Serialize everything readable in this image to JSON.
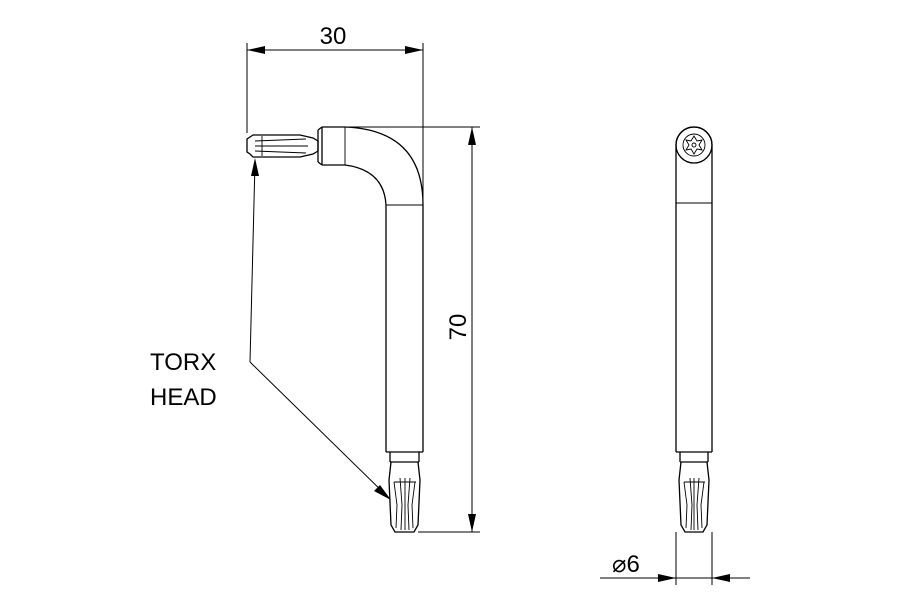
{
  "dimensions": {
    "width": "30",
    "height": "70",
    "diameter": "⌀6"
  },
  "callout": {
    "line1": "TORX",
    "line2": "HEAD"
  }
}
